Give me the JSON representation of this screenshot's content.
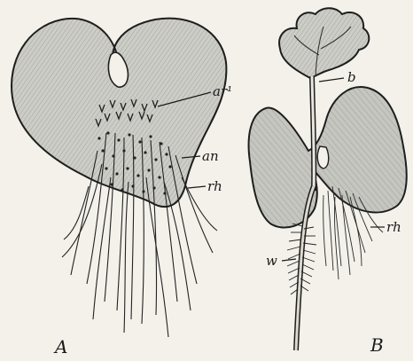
{
  "figure": {
    "panel_a": {
      "panel_label": "A",
      "labels": {
        "archegonia": "ar¹",
        "antheridia": "an",
        "rhizoids": "rh"
      }
    },
    "panel_b": {
      "panel_label": "B",
      "labels": {
        "young_plant": "b",
        "root": "w",
        "rhizoids": "rh"
      }
    },
    "colors": {
      "paper": "#f3f1ea",
      "thallus_fill": "#c9c9c3",
      "ink": "#1e1e1e"
    }
  }
}
